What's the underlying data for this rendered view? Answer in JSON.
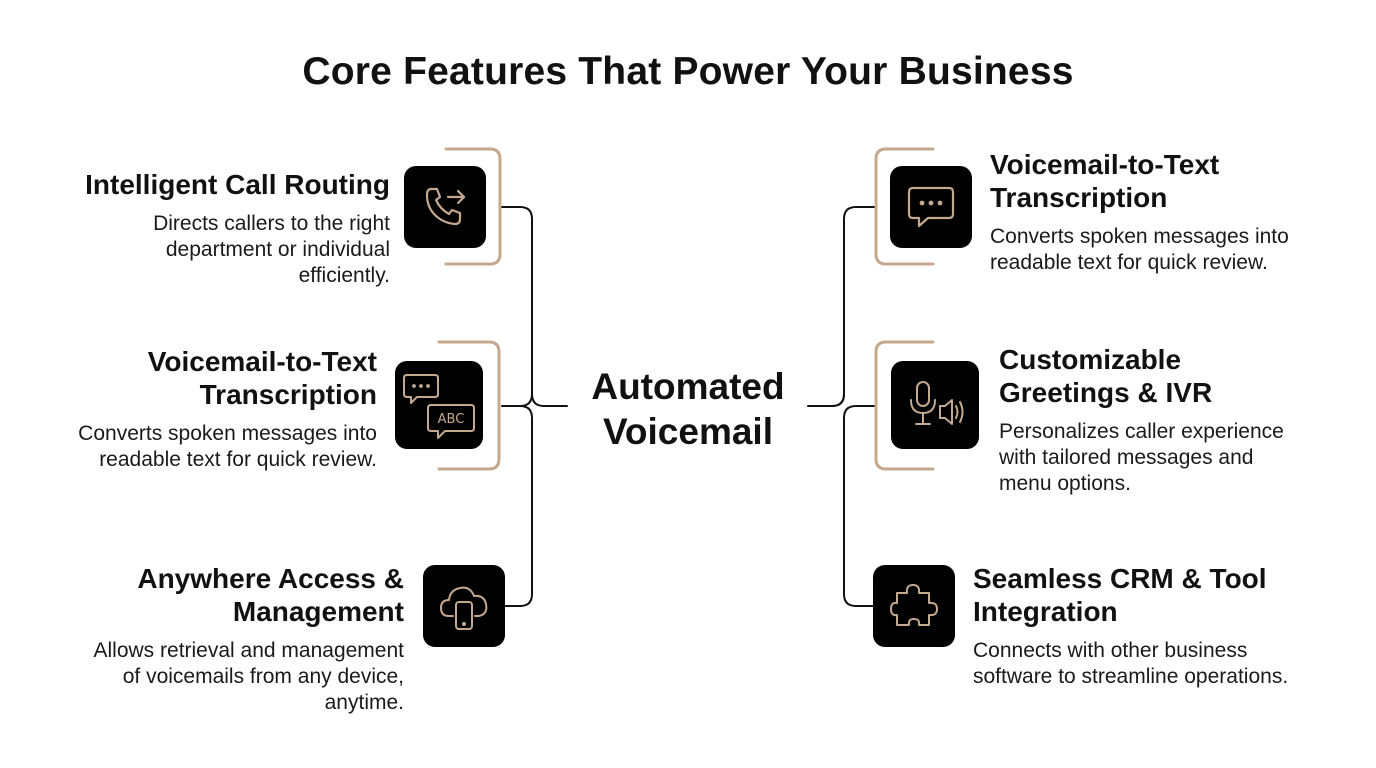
{
  "title": "Core Features That Power Your Business",
  "center": {
    "line1": "Automated",
    "line2": "Voicemail"
  },
  "colors": {
    "accent": "#c4a98f",
    "tile": "#000000",
    "line": "#111111"
  },
  "features": [
    {
      "side": "left",
      "icon": "phone-forward-icon",
      "title": "Intelligent Call Routing",
      "desc1": "Directs callers to the right",
      "desc2": "department or individual",
      "desc3": "efficiently."
    },
    {
      "side": "left",
      "icon": "chat-bubbles-abc-icon",
      "title1": "Voicemail-to-Text",
      "title2": "Transcription",
      "desc1": "Converts spoken messages into",
      "desc2": "readable text for quick review."
    },
    {
      "side": "left",
      "icon": "cloud-phone-icon",
      "title1": "Anywhere Access &",
      "title2": "Management",
      "desc1": "Allows retrieval and management",
      "desc2": "of voicemails from any device,",
      "desc3": "anytime."
    },
    {
      "side": "right",
      "icon": "chat-bubble-icon",
      "title1": "Voicemail-to-Text",
      "title2": "Transcription",
      "desc1": "Converts spoken messages into",
      "desc2": "readable text for quick review."
    },
    {
      "side": "right",
      "icon": "microphone-speaker-icon",
      "title1": "Customizable",
      "title2": "Greetings & IVR",
      "desc1": "Personalizes caller experience",
      "desc2": "with tailored messages and",
      "desc3": "menu options."
    },
    {
      "side": "right",
      "icon": "puzzle-piece-icon",
      "title1": "Seamless CRM & Tool",
      "title2": "Integration",
      "desc1": "Connects with other business",
      "desc2": "software to streamline operations."
    }
  ]
}
